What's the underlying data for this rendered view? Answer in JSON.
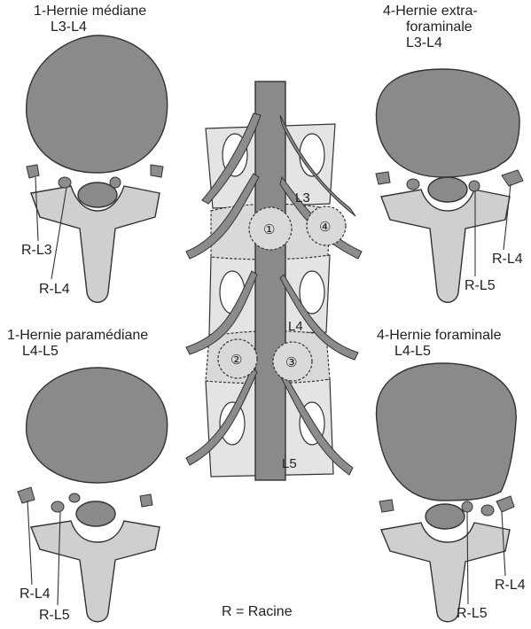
{
  "labels": {
    "top_left_title": "1-Hernie médiane",
    "top_left_level": "L3-L4",
    "top_right_title1": "4-Hernie extra-",
    "top_right_title2": "foraminale",
    "top_right_level": "L3-L4",
    "bottom_left_title": "1-Hernie paramédiane",
    "bottom_left_level": "L4-L5",
    "bottom_right_title": "4-Hernie foraminale",
    "bottom_right_level": "L4-L5",
    "tl_root_a": "R-L3",
    "tl_root_b": "R-L4",
    "tr_root_a": "R-L4",
    "tr_root_b": "R-L5",
    "bl_root_a": "R-L4",
    "bl_root_b": "R-L5",
    "br_root_a": "R-L4",
    "br_root_b": "R-L5",
    "spine_L3": "L3",
    "spine_L4": "L4",
    "spine_L5": "L5",
    "marker_1": "①",
    "marker_2": "②",
    "marker_3": "③",
    "marker_4": "④",
    "legend": "R = Racine"
  }
}
